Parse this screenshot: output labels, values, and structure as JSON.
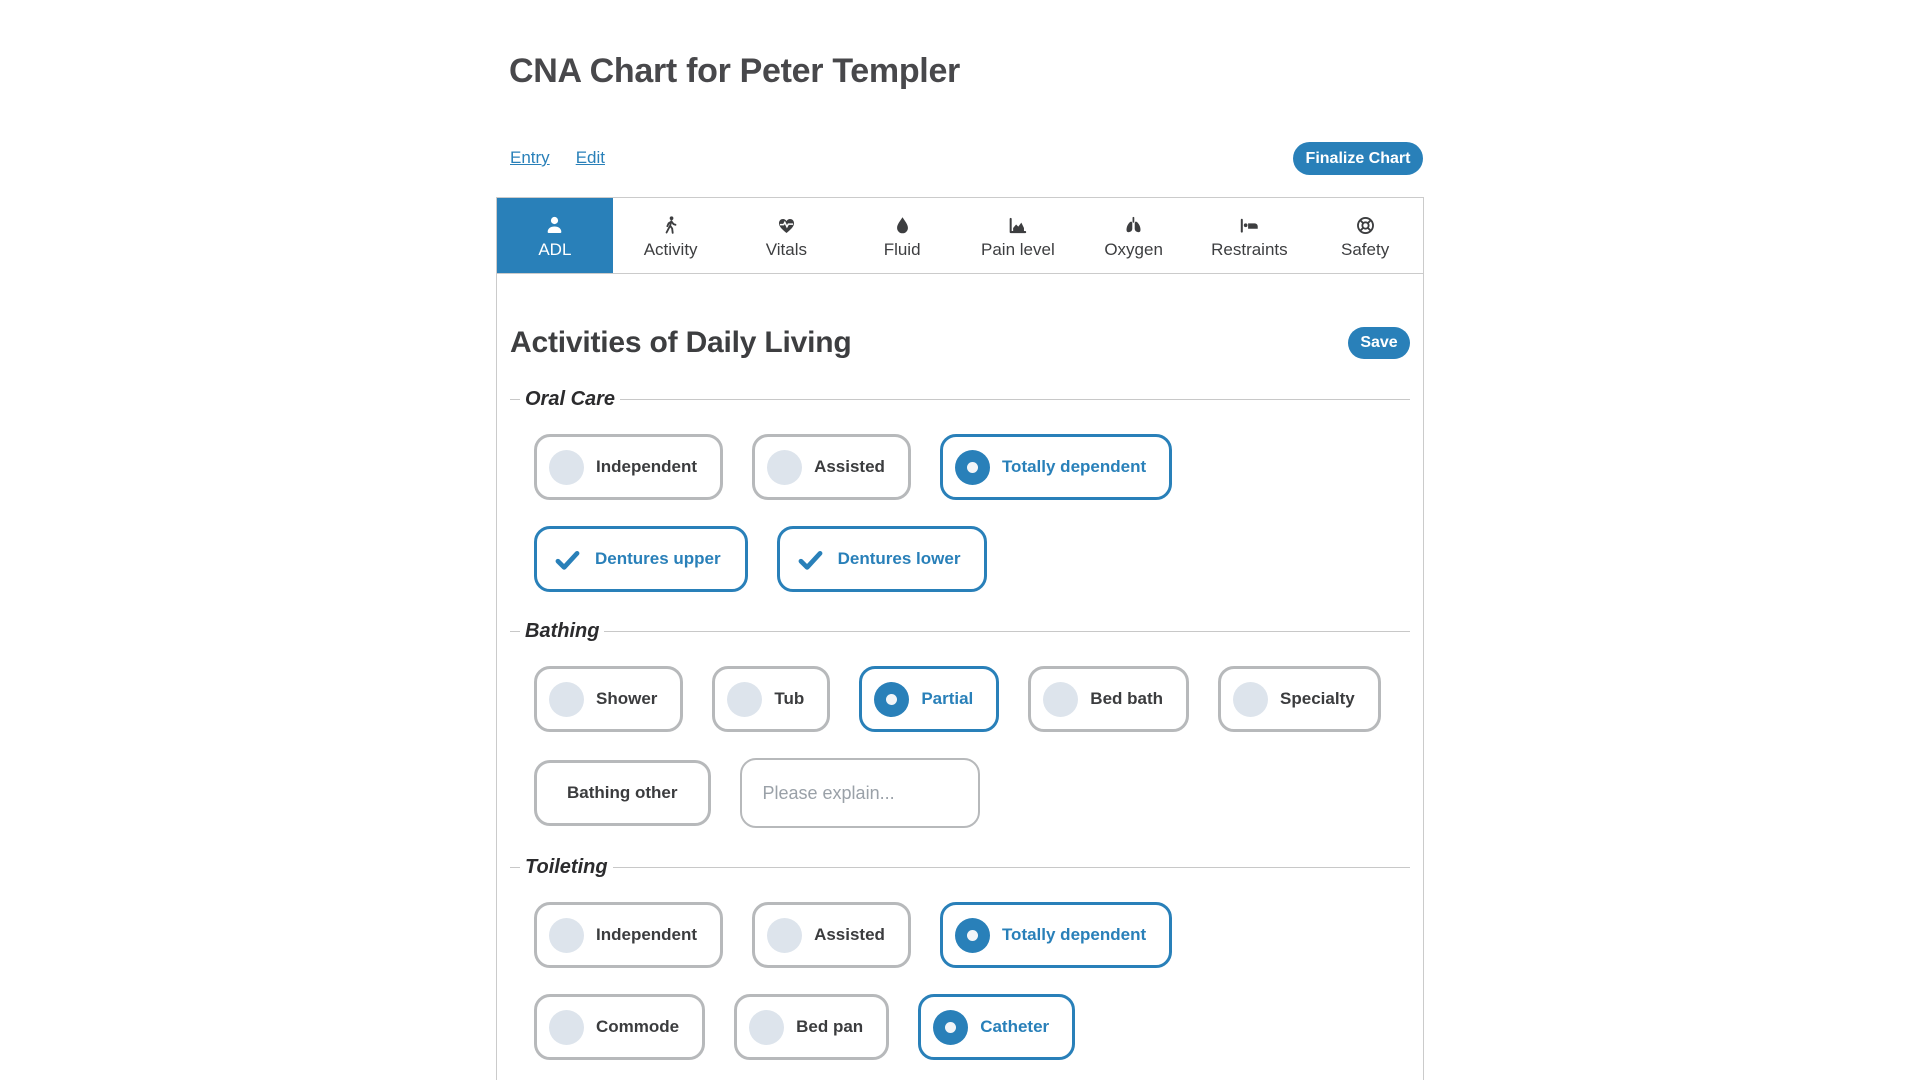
{
  "colors": {
    "accent": "#2980b9"
  },
  "page": {
    "title": "CNA Chart for Peter Templer",
    "links": [
      {
        "label": "Entry"
      },
      {
        "label": "Edit"
      }
    ],
    "finalize_button": "Finalize Chart"
  },
  "tabs": [
    {
      "label": "ADL",
      "icon": "person-icon",
      "active": true
    },
    {
      "label": "Activity",
      "icon": "walking-icon",
      "active": false
    },
    {
      "label": "Vitals",
      "icon": "heart-pulse-icon",
      "active": false
    },
    {
      "label": "Fluid",
      "icon": "droplet-icon",
      "active": false
    },
    {
      "label": "Pain level",
      "icon": "area-chart-icon",
      "active": false
    },
    {
      "label": "Oxygen",
      "icon": "lungs-icon",
      "active": false
    },
    {
      "label": "Restraints",
      "icon": "bed-icon",
      "active": false
    },
    {
      "label": "Safety",
      "icon": "life-ring-icon",
      "active": false
    }
  ],
  "panel": {
    "heading": "Activities of Daily Living",
    "save_button": "Save",
    "sections": [
      {
        "legend": "Oral Care",
        "rows": [
          {
            "items": [
              {
                "type": "radio",
                "label": "Independent",
                "selected": false
              },
              {
                "type": "radio",
                "label": "Assisted",
                "selected": false
              },
              {
                "type": "radio",
                "label": "Totally dependent",
                "selected": true
              }
            ]
          },
          {
            "items": [
              {
                "type": "checkbox",
                "label": "Dentures upper",
                "selected": true
              },
              {
                "type": "checkbox",
                "label": "Dentures lower",
                "selected": true
              }
            ]
          }
        ]
      },
      {
        "legend": "Bathing",
        "rows": [
          {
            "items": [
              {
                "type": "radio",
                "label": "Shower",
                "selected": false
              },
              {
                "type": "radio",
                "label": "Tub",
                "selected": false
              },
              {
                "type": "radio",
                "label": "Partial",
                "selected": true
              },
              {
                "type": "radio",
                "label": "Bed bath",
                "selected": false
              },
              {
                "type": "radio",
                "label": "Specialty",
                "selected": false
              }
            ]
          },
          {
            "items": [
              {
                "type": "plain",
                "label": "Bathing other",
                "selected": false
              },
              {
                "type": "input",
                "placeholder": "Please explain..."
              }
            ]
          }
        ]
      },
      {
        "legend": "Toileting",
        "rows": [
          {
            "items": [
              {
                "type": "radio",
                "label": "Independent",
                "selected": false
              },
              {
                "type": "radio",
                "label": "Assisted",
                "selected": false
              },
              {
                "type": "radio",
                "label": "Totally dependent",
                "selected": true
              }
            ]
          },
          {
            "items": [
              {
                "type": "radio",
                "label": "Commode",
                "selected": false
              },
              {
                "type": "radio",
                "label": "Bed pan",
                "selected": false
              },
              {
                "type": "radio",
                "label": "Catheter",
                "selected": true
              }
            ]
          }
        ]
      }
    ]
  }
}
